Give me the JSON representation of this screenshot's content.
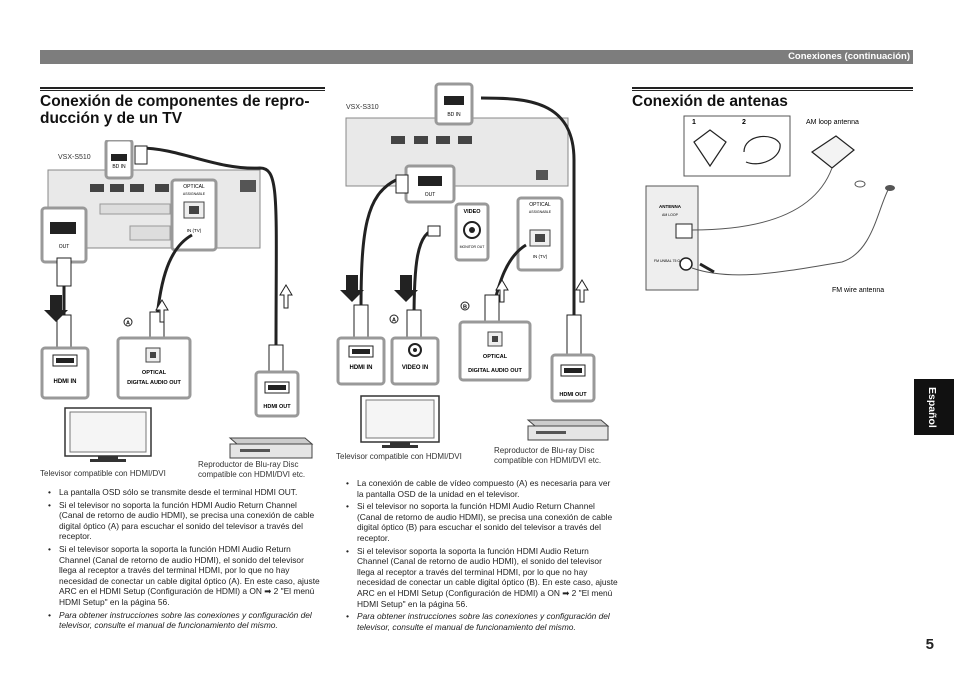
{
  "header": {
    "section": "Conexiones (continuación)"
  },
  "tab": {
    "label": "Español"
  },
  "page_number": "5",
  "left": {
    "title_line1": "Conexión de componentes de repro-",
    "title_line2": "ducción y de un TV",
    "model": "VSX-S510",
    "labels": {
      "bd_in": "BD IN",
      "out": "OUT",
      "optical": "OPTICAL",
      "assignable": "ASSIGNABLE",
      "in_tv": "IN (TV)",
      "hdmi_in": "HDMI IN",
      "optical_tv": "OPTICAL",
      "digital_audio_out": "DIGITAL AUDIO OUT",
      "hdmi_out": "HDMI OUT",
      "marker_a": "A"
    },
    "caption_tv": "Televisor compatible con HDMI/DVI",
    "caption_bd_line1": "Reproductor de Blu-ray Disc",
    "caption_bd_line2": "compatible con HDMI/DVI etc.",
    "notes": [
      "La pantalla OSD sólo se transmite desde el terminal HDMI OUT.",
      "Si el televisor no soporta la función HDMI Audio Return Channel (Canal de retorno de audio HDMI), se precisa una conexión de cable digital óptico (A) para escuchar el sonido del televisor a través del receptor.",
      "Si el televisor soporta la soporta la función HDMI Audio Return Channel (Canal de retorno de audio HDMI), el sonido del televisor llega al receptor a través del terminal HDMI, por lo que no hay necesidad de conectar un cable digital óptico (A). En este caso, ajuste ARC en el HDMI Setup (Configuración de HDMI) a ON ➡ 2 \"El menú HDMI Setup\" en la página 56."
    ],
    "note_italic": "Para obtener instrucciones sobre las conexiones y configuración del televisor, consulte el manual de funcionamiento del mismo."
  },
  "middle": {
    "model": "VSX-S310",
    "labels": {
      "bd_in": "BD IN",
      "out": "OUT",
      "video": "VIDEO",
      "monitor_out": "MONITOR OUT",
      "optical": "OPTICAL",
      "assignable": "ASSIGNABLE",
      "in_tv": "IN (TV)",
      "hdmi_in": "HDMI IN",
      "video_in": "VIDEO IN",
      "optical_tv": "OPTICAL",
      "digital_audio_out": "DIGITAL AUDIO OUT",
      "hdmi_out": "HDMI OUT",
      "marker_a": "A",
      "marker_b": "B"
    },
    "caption_tv": "Televisor compatible con HDMI/DVI",
    "caption_bd_line1": "Reproductor de Blu-ray Disc",
    "caption_bd_line2": "compatible con HDMI/DVI etc.",
    "notes": [
      "La conexión de cable de vídeo compuesto (A) es necesaria para ver la pantalla OSD de la unidad en el televisor.",
      "Si el televisor no soporta la función HDMI Audio Return Channel (Canal de retorno de audio HDMI), se precisa una conexión de cable digital óptico (B) para escuchar el sonido del televisor a través del receptor.",
      "Si el televisor soporta la soporta la función HDMI Audio Return Channel (Canal de retorno de audio HDMI), el sonido del televisor llega al receptor a través del terminal HDMI, por lo que no hay necesidad de conectar un cable digital óptico (B). En este caso, ajuste ARC en el HDMI Setup (Configuración de HDMI) a ON ➡ 2 \"El menú HDMI Setup\" en la página 56."
    ],
    "note_italic": "Para obtener instrucciones sobre las conexiones y configuración del televisor, consulte el manual de funcionamiento del mismo."
  },
  "right": {
    "title": "Conexión de antenas",
    "step1": "1",
    "step2": "2",
    "am_loop_antenna": "AM loop antenna",
    "fm_wire_antenna": "FM wire antenna",
    "panel_antenna": "ANTENNA",
    "panel_am_loop": "AM LOOP",
    "panel_fm": "FM UNBAL 75 Ω"
  }
}
